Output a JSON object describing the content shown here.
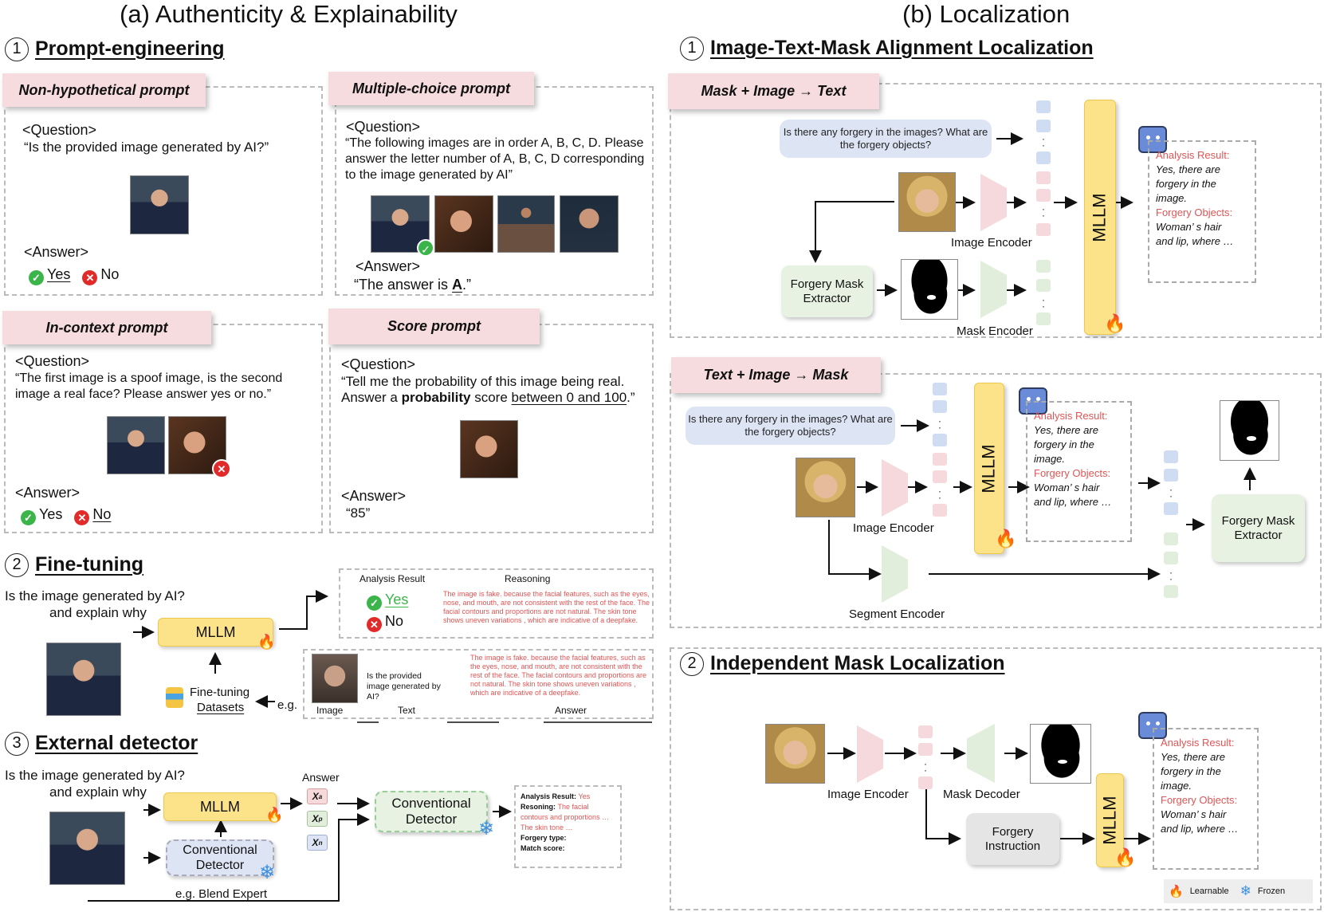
{
  "left": {
    "title": "(a) Authenticity & Explainability",
    "s1": {
      "num": "1",
      "title": "Prompt-engineering"
    },
    "s2": {
      "num": "2",
      "title": "Fine-tuning"
    },
    "s3": {
      "num": "3",
      "title": "External detector"
    },
    "p1": {
      "tab": "Non-hypothetical prompt",
      "q": "<Question>",
      "qtext": "“Is the provided image generated by AI?”",
      "a": "<Answer>",
      "yes": "Yes",
      "no": "No"
    },
    "p2": {
      "tab": "Multiple-choice prompt",
      "q": "<Question>",
      "qtext": "“The following images are in order A, B, C, D. Please answer the letter number of A, B, C, D corresponding to the image generated by AI”",
      "a": "<Answer>",
      "atext1": "“The answer is ",
      "atext2": "A",
      "atext3": ".”"
    },
    "p3": {
      "tab": "In-context prompt",
      "q": "<Question>",
      "qtext": "“The first image is a spoof image, is the second image a real face? Please answer yes or no.”",
      "a": "<Answer>",
      "yes": "Yes",
      "no": "No"
    },
    "p4": {
      "tab": "Score prompt",
      "q": "<Question>",
      "qtext1": "“Tell me the probability of this image being real. Answer a ",
      "qbold": "probability",
      "qtext2": " score ",
      "qund": "between 0 and 100",
      "qtext3": ".”",
      "a": "<Answer>",
      "atext": "“85”"
    },
    "ft": {
      "question": "Is the image generated by AI?",
      "question2": "and explain why",
      "mllm": "MLLM",
      "ftlabel": "Fine-tuning",
      "datasets": "Datasets",
      "eg": "e.g.",
      "analysis_head": "Analysis Result",
      "reasoning_head": "Reasoning",
      "yes": "Yes",
      "no": "No",
      "reasoning": "The image is fake. because the facial features, such as the eyes, nose, and mouth, are not consistent with the rest of the face. The facial contours and proportions are not natural. The skin tone shows uneven variations , which are indicative of a deepfake.",
      "ex_text": "Is the provided image generated by AI?",
      "ex_answer": "The image is fake. because the facial features, such as the eyes, nose, and mouth, are not consistent with the rest of the face. The facial contours and proportions are not natural. The skin tone shows uneven variations , which are indicative of a deepfake.",
      "lbl_image": "Image",
      "lbl_text": "Text",
      "lbl_answer": "Answer"
    },
    "ext": {
      "question": "Is the image generated by AI?",
      "question2": "and explain why",
      "mllm": "MLLM",
      "cd": "Conventional Detector",
      "eg": "e.g. Blend Expert",
      "answer": "Answer",
      "cd2": "Conventional Detector",
      "r_ar": "Analysis Result: ",
      "r_ar_v": "Yes",
      "r_rs": "Resoning: ",
      "r_rs_v": "The facial",
      "r_l2": "contours and proportions …",
      "r_l3": "The skin tone …",
      "r_ft": "Forgery type:",
      "r_ms": "Match score:"
    }
  },
  "right": {
    "title": "(b) Localization",
    "s1": {
      "num": "1",
      "title": "Image-Text-Mask Alignment Localization"
    },
    "s2": {
      "num": "2",
      "title": "Independent Mask Localization"
    },
    "b1": {
      "tab": "Mask + Image → Text",
      "q": "Is there any forgery in the images? What are the forgery objects?",
      "img_enc": "Image Encoder",
      "fme": "Forgery Mask Extractor",
      "mask_enc": "Mask Encoder",
      "mllm": "MLLM"
    },
    "b2": {
      "tab": "Text + Image → Mask",
      "q": "Is there any forgery in the images? What are the forgery objects?",
      "img_enc": "Image Encoder",
      "seg_enc": "Segment Encoder",
      "fme": "Forgery Mask Extractor",
      "mllm": "MLLM"
    },
    "b3": {
      "img_enc": "Image Encoder",
      "mask_dec": "Mask Decoder",
      "fi": "Forgery Instruction",
      "mllm": "MLLM"
    },
    "result": {
      "l1": "Analysis Result:",
      "l2": "Yes, there are",
      "l3": "forgery in the",
      "l4": "image.",
      "l5": "Forgery Objects:",
      "l6": "Woman’ s hair",
      "l7": "and lip, where …"
    },
    "legend": {
      "learnable": "Learnable",
      "frozen": "Frozen"
    }
  }
}
